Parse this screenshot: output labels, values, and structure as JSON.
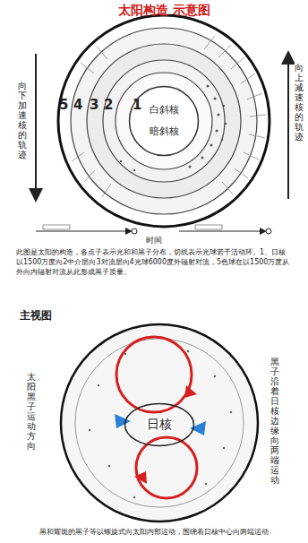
{
  "diagram": {
    "title": "太阳构造 示意图",
    "caption": "黑和耀斑的黑子等以螺旋式向太阳内部运动，围绕着日核中心向两端运动",
    "nodes": [
      {
        "text": [
          "白斜核",
          "暗斜核"
        ]
      },
      {
        "text": [
          "日核"
        ]
      }
    ],
    "labels": [
      "5",
      "4",
      "3",
      "2",
      "1",
      "向下加速核的轨迹",
      "向上减速核的轨迹",
      "时间",
      "此图是太阳的构造，各点子表示光和和黑子分布，切线表示光球若干活动环。1、日核以1500万度向2中介层向3对流层向4光球6000度外辐射对流，5色球在以1500万度从外向内辐射对流从此形成黑子质量。",
      "主视图",
      "太阳黑子运动方向",
      "黑子沿着日核边缘向两端运动"
    ]
  }
}
